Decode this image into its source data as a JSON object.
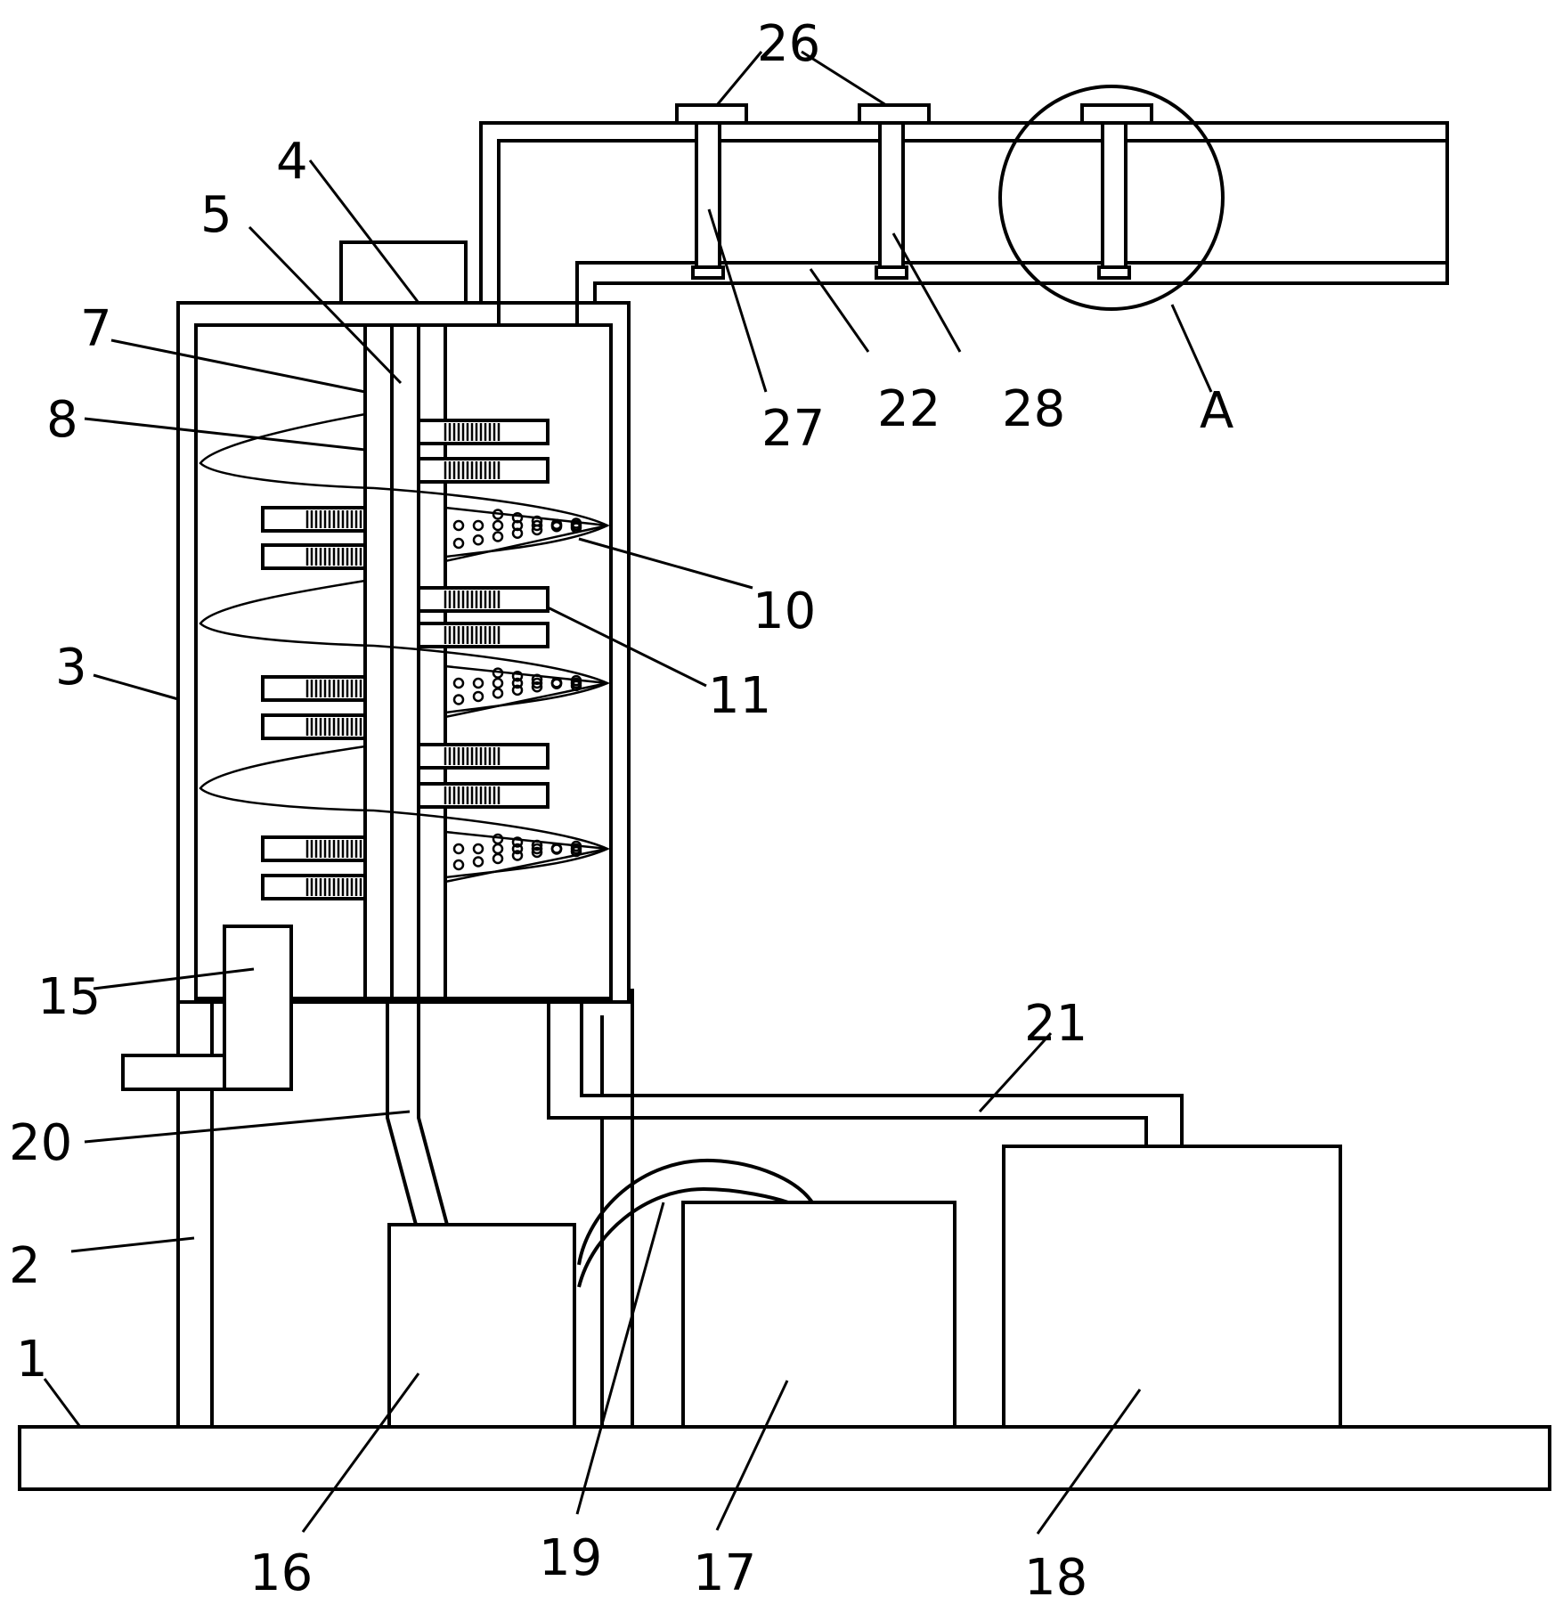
{
  "labels": {
    "l1": "1",
    "l2": "2",
    "l3": "3",
    "l4": "4",
    "l5": "5",
    "l7": "7",
    "l8": "8",
    "l10": "10",
    "l11": "11",
    "l15": "15",
    "l16": "16",
    "l17": "17",
    "l18": "18",
    "l19": "19",
    "l20": "20",
    "l21": "21",
    "l22": "22",
    "l26": "26",
    "l27": "27",
    "l28": "28",
    "lA": "A"
  }
}
